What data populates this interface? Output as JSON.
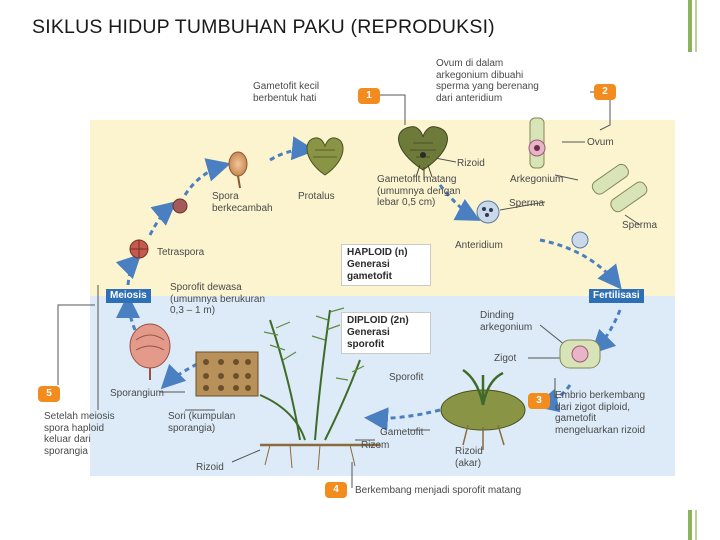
{
  "title": "SIKLUS HIDUP TUMBUHAN PAKU (REPRODUKSI)",
  "colors": {
    "haploid_bg": "#fbf4cf",
    "diploid_bg": "#dcebf7",
    "arrow": "#4a7fc1",
    "badge": "#f28c1e",
    "tag": "#2e6fb6",
    "deco": "#8ab55a"
  },
  "steps": {
    "s1": {
      "num": "1",
      "text": "Gametofit kecil\nberbentuk hati"
    },
    "s2": {
      "num": "2",
      "text": "Ovum di dalam\narkegonium dibuahi\nsperma yang berenang\ndari anteridium"
    },
    "s3": {
      "num": "3",
      "text": "Embrio berkembang\ndari zigot diploid,\ngametofit\nmengeluarkan rizoid"
    },
    "s4": {
      "num": "4",
      "text": "Berkembang menjadi sporofit matang"
    },
    "s5": {
      "num": "5",
      "text": "Setelah meiosis\nspora haploid\nkeluar dari\nsporangia"
    }
  },
  "phases": {
    "haploid": {
      "title": "HAPLOID (n)",
      "subtitle": "Generasi\ngametofit"
    },
    "diploid": {
      "title": "DIPLOID (2n)",
      "subtitle": "Generasi\nsporofit"
    }
  },
  "tags": {
    "meiosis": "Meiosis",
    "fertilisasi": "Fertilisasi"
  },
  "labels": {
    "rizoid_top": "Rizoid",
    "gametofit_matang": "Gametofit matang\n(umumnya dengan\nlebar 0,5 cm)",
    "protalus": "Protalus",
    "spora_berkecambah": "Spora\nberkecambah",
    "tetraspora": "Tetraspora",
    "anteridium": "Anteridium",
    "ovum": "Ovum",
    "arkegonium": "Arkegonium",
    "sperma_1": "Sperma",
    "sperma_2": "Sperma",
    "sporofit_dewasa": "Sporofit dewasa\n(umumnya berukuran\n0,3 – 1 m)",
    "dinding_arkegonium": "Dinding\narkegonium",
    "zigot": "Zigot",
    "sporofit": "Sporofit",
    "sporangium": "Sporangium",
    "sori": "Sori (kumpulan\nsporangia)",
    "gametofit": "Gametofit",
    "rizom": "Rizom",
    "rizoid_akar": "Rizoid\n(akar)",
    "rizoid_bottom": "Rizoid"
  }
}
